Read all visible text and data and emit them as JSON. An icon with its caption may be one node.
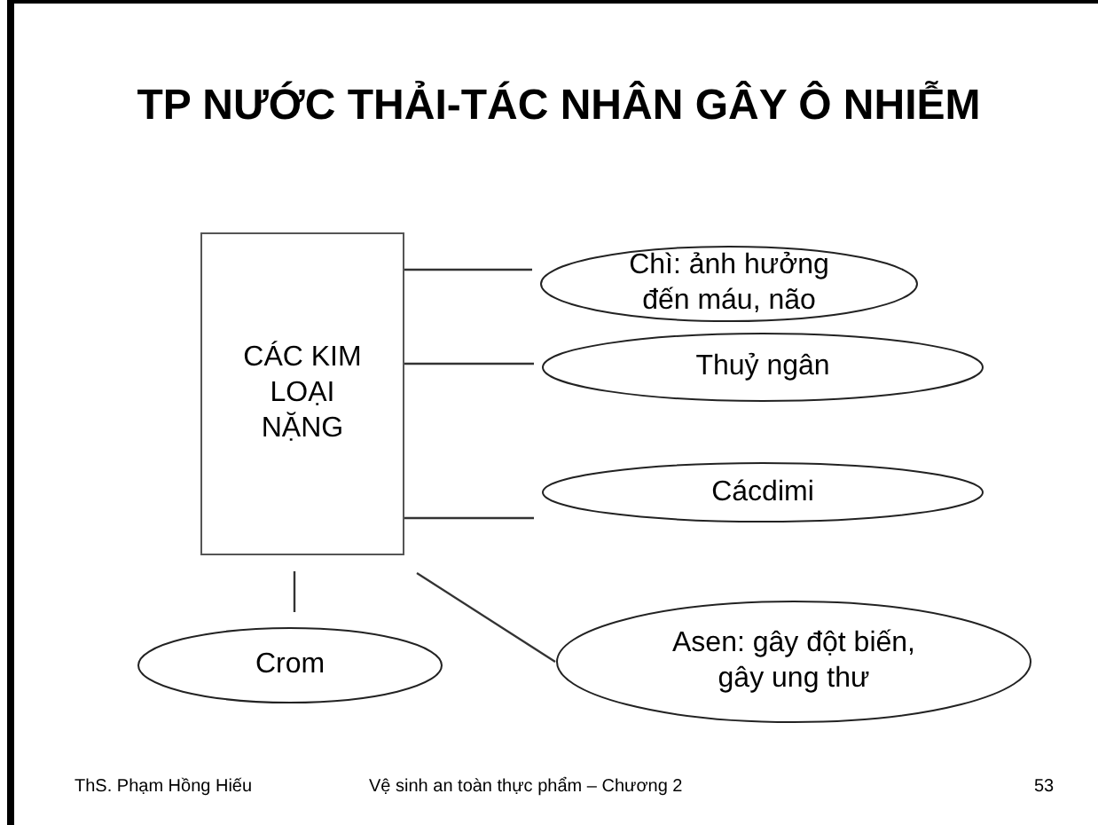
{
  "diagram": {
    "title": "TP NƯỚC THẢI-TÁC NHÂN GÂY Ô NHIỄM",
    "nodes": [
      {
        "text": [
          "CÁC KIM LOẠI NẶNG"
        ]
      },
      {
        "text": [
          "Chì: ảnh hưởng đến máu, não"
        ]
      },
      {
        "text": [
          "Thuỷ ngân"
        ]
      },
      {
        "text": [
          "Cácdimi"
        ]
      },
      {
        "text": [
          "Crom"
        ]
      },
      {
        "text": [
          "Asen: gây đột biến, gây ung thư"
        ]
      }
    ],
    "edges": [
      {
        "from": 0,
        "to": 1,
        "arrow": "none"
      },
      {
        "from": 0,
        "to": 2,
        "arrow": "none"
      },
      {
        "from": 0,
        "to": 3,
        "arrow": "none"
      },
      {
        "from": 0,
        "to": 4,
        "arrow": "none"
      },
      {
        "from": 0,
        "to": 5,
        "arrow": "none"
      }
    ],
    "labels": [
      "ThS. Phạm Hồng Hiếu",
      "Vệ sinh an toàn thực phẩm – Chương 2",
      "53"
    ]
  }
}
